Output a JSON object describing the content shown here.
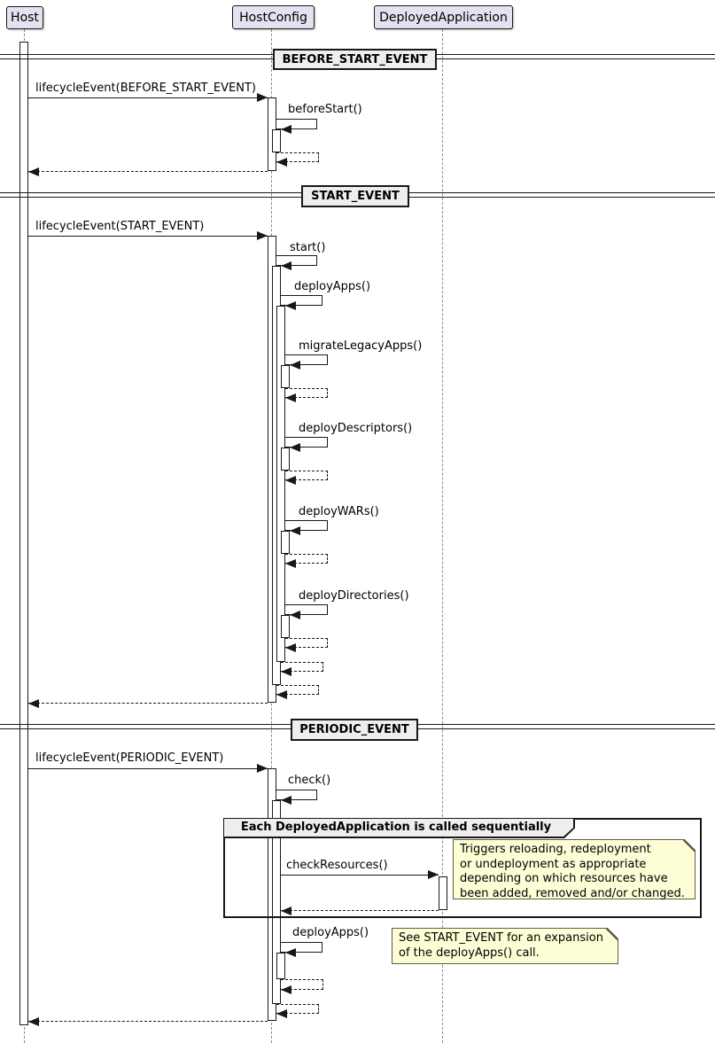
{
  "participants": [
    {
      "name": "Host"
    },
    {
      "name": "HostConfig"
    },
    {
      "name": "DeployedApplication"
    }
  ],
  "dividers": [
    {
      "label": "BEFORE_START_EVENT"
    },
    {
      "label": "START_EVENT"
    },
    {
      "label": "PERIODIC_EVENT"
    }
  ],
  "messages": {
    "m1": "lifecycleEvent(BEFORE_START_EVENT)",
    "m2": "beforeStart()",
    "m3": "lifecycleEvent(START_EVENT)",
    "m4": "start()",
    "m5": "deployApps()",
    "m6": "migrateLegacyApps()",
    "m7": "deployDescriptors()",
    "m8": "deployWARs()",
    "m9": "deployDirectories()",
    "m10": "lifecycleEvent(PERIODIC_EVENT)",
    "m11": "check()",
    "m12": "checkResources()",
    "m13": "deployApps()"
  },
  "group": {
    "label": "Each DeployedApplication is called sequentially"
  },
  "notes": [
    {
      "text": "Triggers reloading, redeployment\nor undeployment as appropriate\ndepending on which resources have\nbeen added, removed and/or changed."
    },
    {
      "text": "See START_EVENT for an expansion\nof the deployApps() call."
    }
  ],
  "colors": {
    "participant_fill": "#E2E2F0",
    "line": "#181818",
    "note_fill": "#FDFDD6",
    "note_border": "#5d5d43",
    "divider_fill": "#EEEEEE",
    "lifeline": "#8a8a8a"
  }
}
